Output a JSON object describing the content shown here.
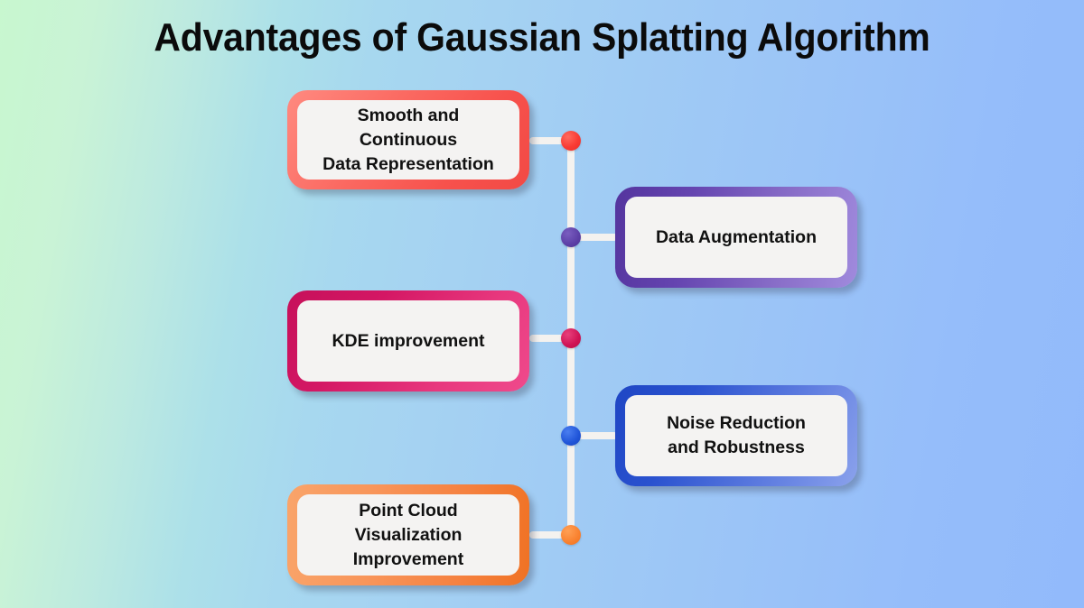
{
  "title": "Advantages of Gaussian Splatting Algorithm",
  "theme": {
    "background_left": "#c8f7cf",
    "background_right": "#92bafb",
    "connector_color": "#f4f2ef",
    "card_inner_color": "#f4f3f2",
    "text_color": "#111111"
  },
  "nodes": [
    {
      "id": "smooth",
      "label": "Smooth and Continuous\nData Representation",
      "side": "left",
      "accent": "#f7514c",
      "accent_light": "#ff8a80",
      "dot_color": "#f93b34"
    },
    {
      "id": "augmentation",
      "label": "Data Augmentation",
      "side": "right",
      "accent": "#54349e",
      "accent_light": "#a08add",
      "dot_color": "#5c3fa6"
    },
    {
      "id": "kde",
      "label": "KDE improvement",
      "side": "left",
      "accent": "#c6105a",
      "accent_light": "#ef4a8c",
      "dot_color": "#cf1254"
    },
    {
      "id": "noise",
      "label": "Noise Reduction\nand Robustness",
      "side": "right",
      "accent": "#1f46c4",
      "accent_light": "#8ba2ec",
      "dot_color": "#1f54d8"
    },
    {
      "id": "point_cloud",
      "label": "Point Cloud Visualization\nImprovement",
      "side": "left",
      "accent": "#f07224",
      "accent_light": "#f9a46a",
      "dot_color": "#f9812f"
    }
  ]
}
